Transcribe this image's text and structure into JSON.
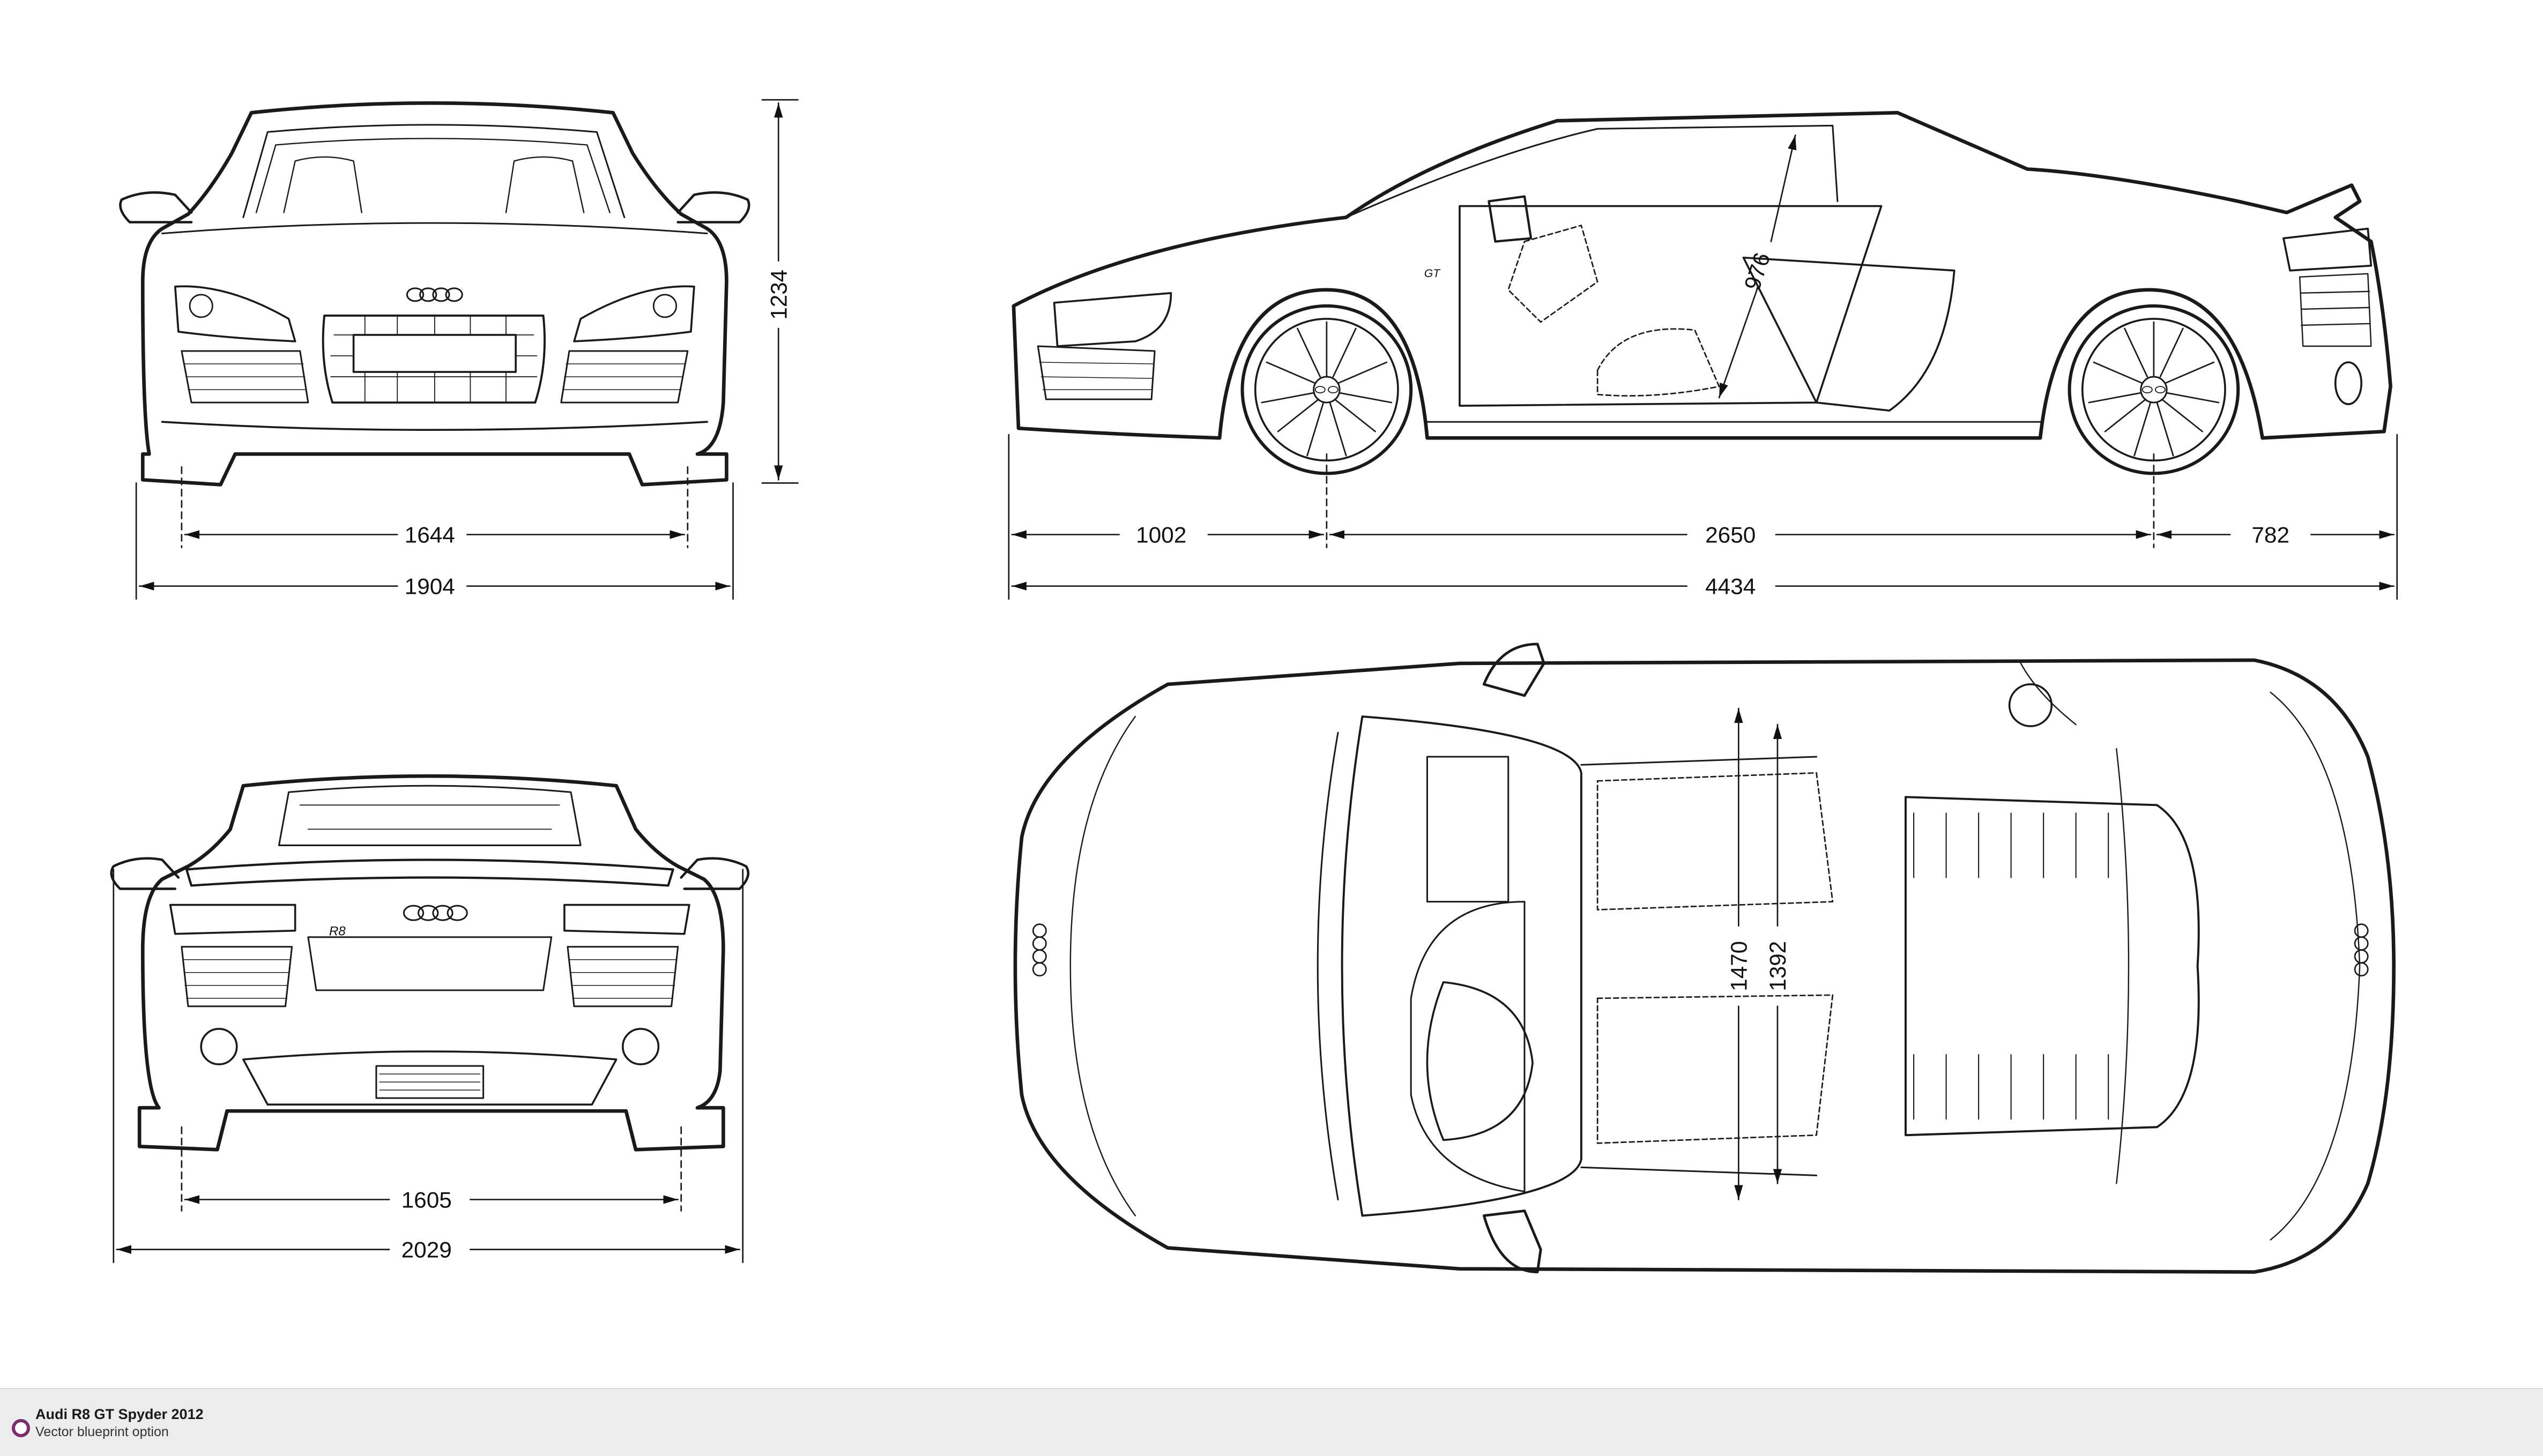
{
  "footer": {
    "title": "Audi R8 GT Spyder 2012",
    "subtitle": "Vector blueprint option",
    "accent_color": "#7d2c6d"
  },
  "dimensions": {
    "front_track": "1644",
    "front_width": "1904",
    "height": "1234",
    "rear_track": "1605",
    "rear_width": "2029",
    "front_overhang": "1002",
    "wheelbase": "2650",
    "rear_overhang": "782",
    "length": "4434",
    "door_opening": "976",
    "cabin_width_1": "1470",
    "cabin_width_2": "1392"
  },
  "labels": {
    "rear_badge": "R8",
    "side_badge": "GT"
  }
}
